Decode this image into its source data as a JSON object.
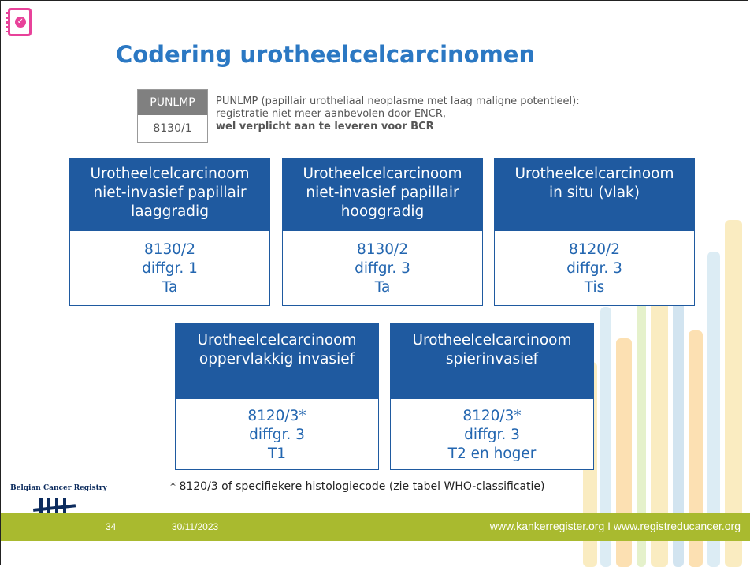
{
  "slide": {
    "title": "Codering urotheelcelcarcinomen",
    "punlmp": {
      "label": "PUNLMP",
      "code": "8130/1",
      "line1": "PUNLMP (papillair urotheliaal neoplasme met laag maligne potentieel):",
      "line2": "registratie niet meer aanbevolen door ENCR,",
      "line3": "wel verplicht aan te leveren voor BCR"
    },
    "cards": [
      {
        "head": [
          "Urotheelcelcarcinoom",
          "niet-invasief papillair",
          "laaggradig"
        ],
        "body": [
          "8130/2",
          "diffgr. 1",
          "Ta"
        ]
      },
      {
        "head": [
          "Urotheelcelcarcinoom",
          "niet-invasief papillair",
          "hooggradig"
        ],
        "body": [
          "8130/2",
          "diffgr. 3",
          "Ta"
        ]
      },
      {
        "head": [
          "Urotheelcelcarcinoom",
          "in situ (vlak)"
        ],
        "body": [
          "8120/2",
          "diffgr. 3",
          "Tis"
        ]
      },
      {
        "head": [
          "Urotheelcelcarcinoom",
          "oppervlakkig invasief"
        ],
        "body": [
          "8120/3*",
          "diffgr. 3",
          "T1"
        ]
      },
      {
        "head": [
          "Urotheelcelcarcinoom",
          "spierinvasief"
        ],
        "body": [
          "8120/3*",
          "diffgr. 3",
          "T2 en hoger"
        ]
      }
    ],
    "footnote": "* 8120/3 of specifiekere histologiecode (zie tabel WHO-classificatie)"
  },
  "footer": {
    "org_name": "Belgian Cancer Registry",
    "page_number": "34",
    "date": "30/11/2023",
    "urls": "www.kankerregister.org  I  www.registreducancer.org"
  },
  "colors": {
    "title_blue": "#2b78c3",
    "card_blue": "#1f5aa0",
    "footer_green": "#a9ba2f",
    "icon_pink": "#e8429a"
  },
  "icons": {
    "top_left": "checklist-icon",
    "bottom_left": "bcr-logo-icon"
  }
}
